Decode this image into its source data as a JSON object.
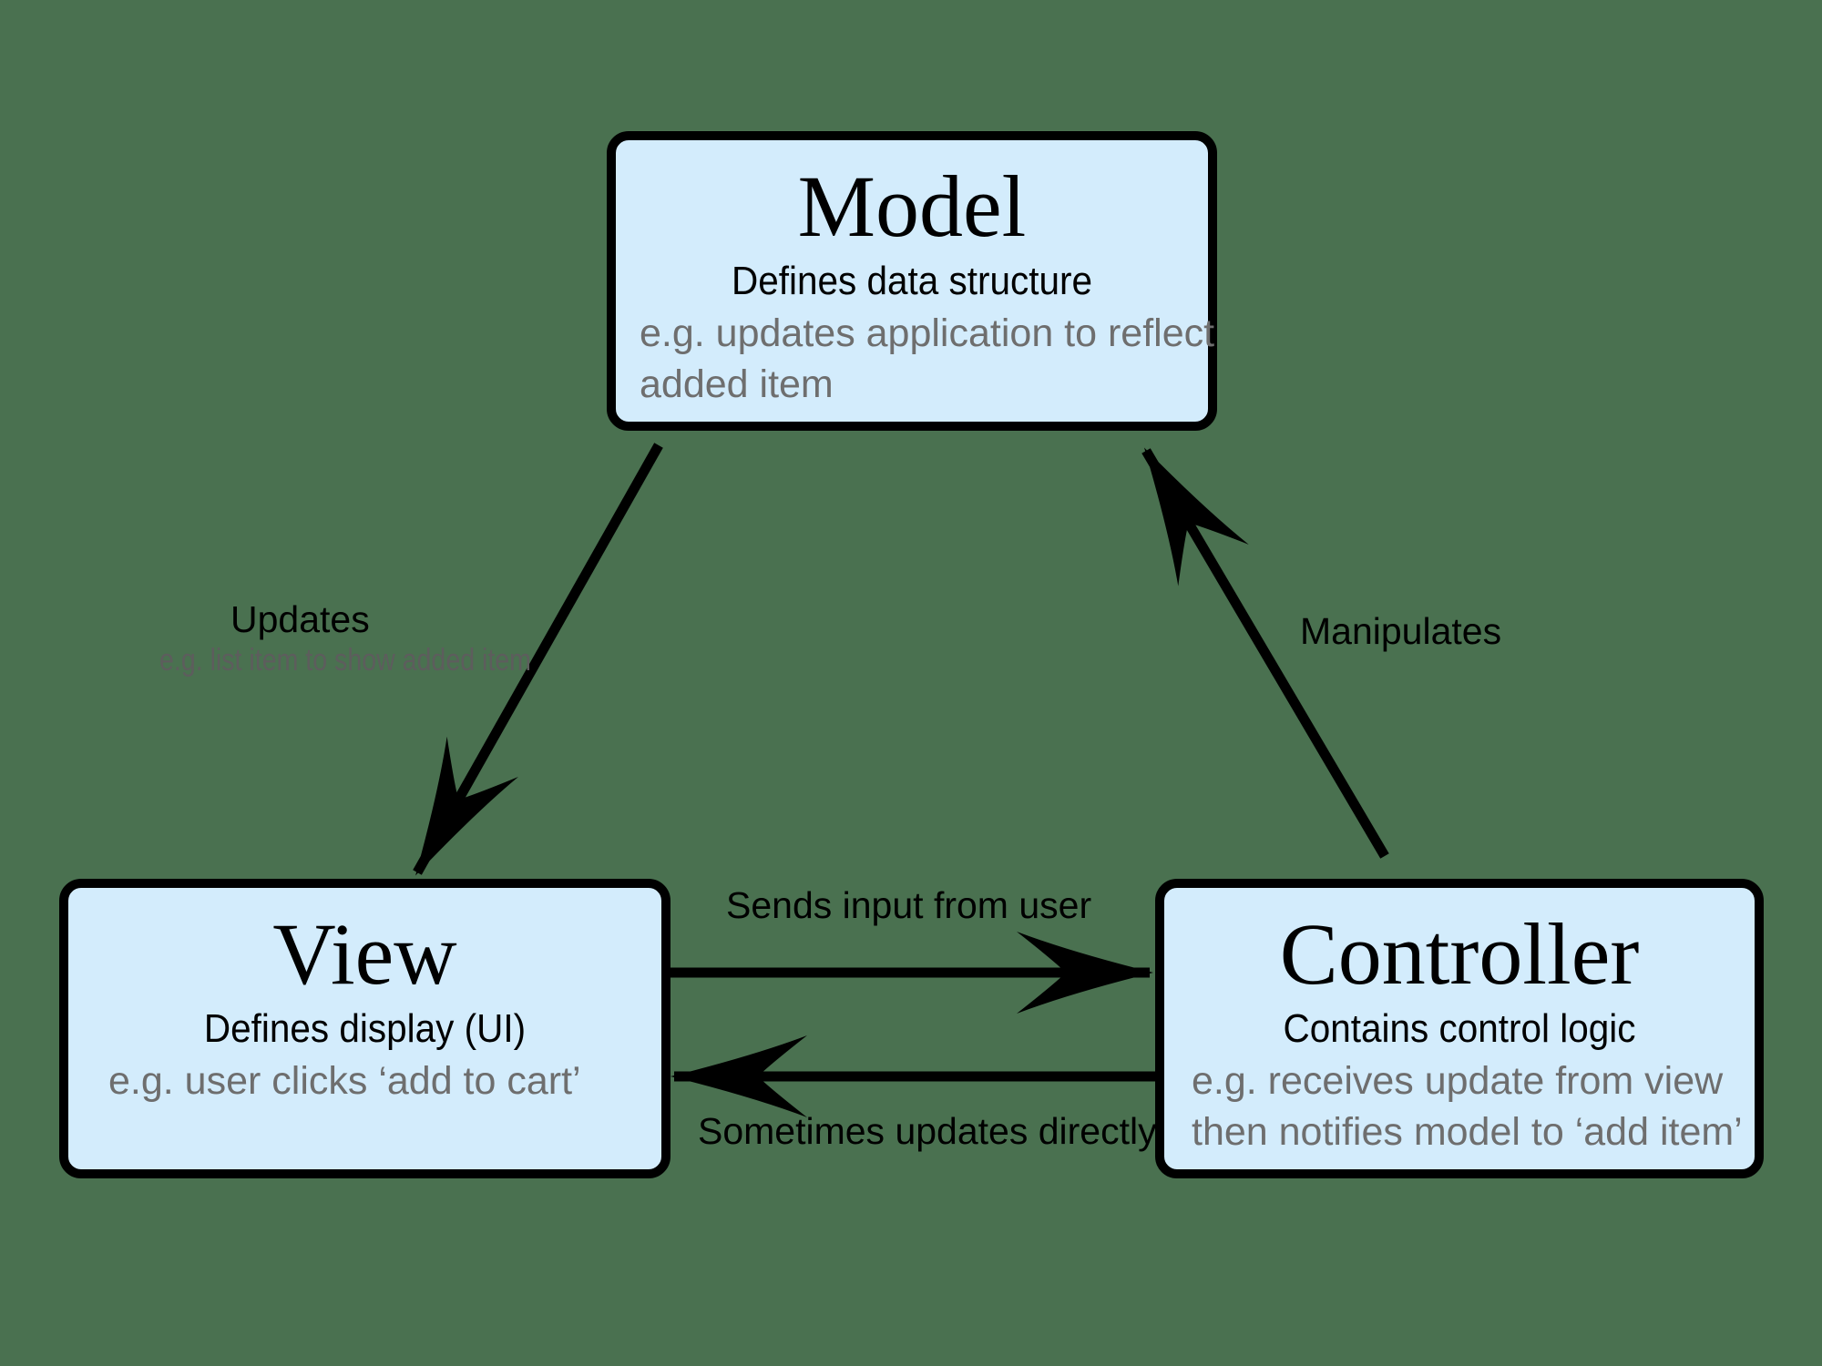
{
  "colors": {
    "background": "#4a7150",
    "box_fill": "#d3ecfc",
    "box_border": "#000000",
    "title_text": "#000000",
    "muted_text": "#6e6e6e"
  },
  "boxes": {
    "model": {
      "title": "Model",
      "subtitle": "Defines data structure",
      "example_line1": "e.g. updates application to reflect",
      "example_line2": "added item"
    },
    "view": {
      "title": "View",
      "subtitle": "Defines display (UI)",
      "example_line1": "e.g. user clicks ‘add to cart’"
    },
    "controller": {
      "title": "Controller",
      "subtitle": "Contains control logic",
      "example_line1": "e.g. receives update from view",
      "example_line2": "then notifies model to ‘add item’"
    }
  },
  "arrows": {
    "model_to_view": {
      "label": "Updates",
      "sublabel": "e.g. list item to show added item"
    },
    "controller_to_model": {
      "label": "Manipulates"
    },
    "view_to_controller": {
      "label": "Sends input from user"
    },
    "controller_to_view": {
      "label": "Sometimes updates directly"
    }
  }
}
